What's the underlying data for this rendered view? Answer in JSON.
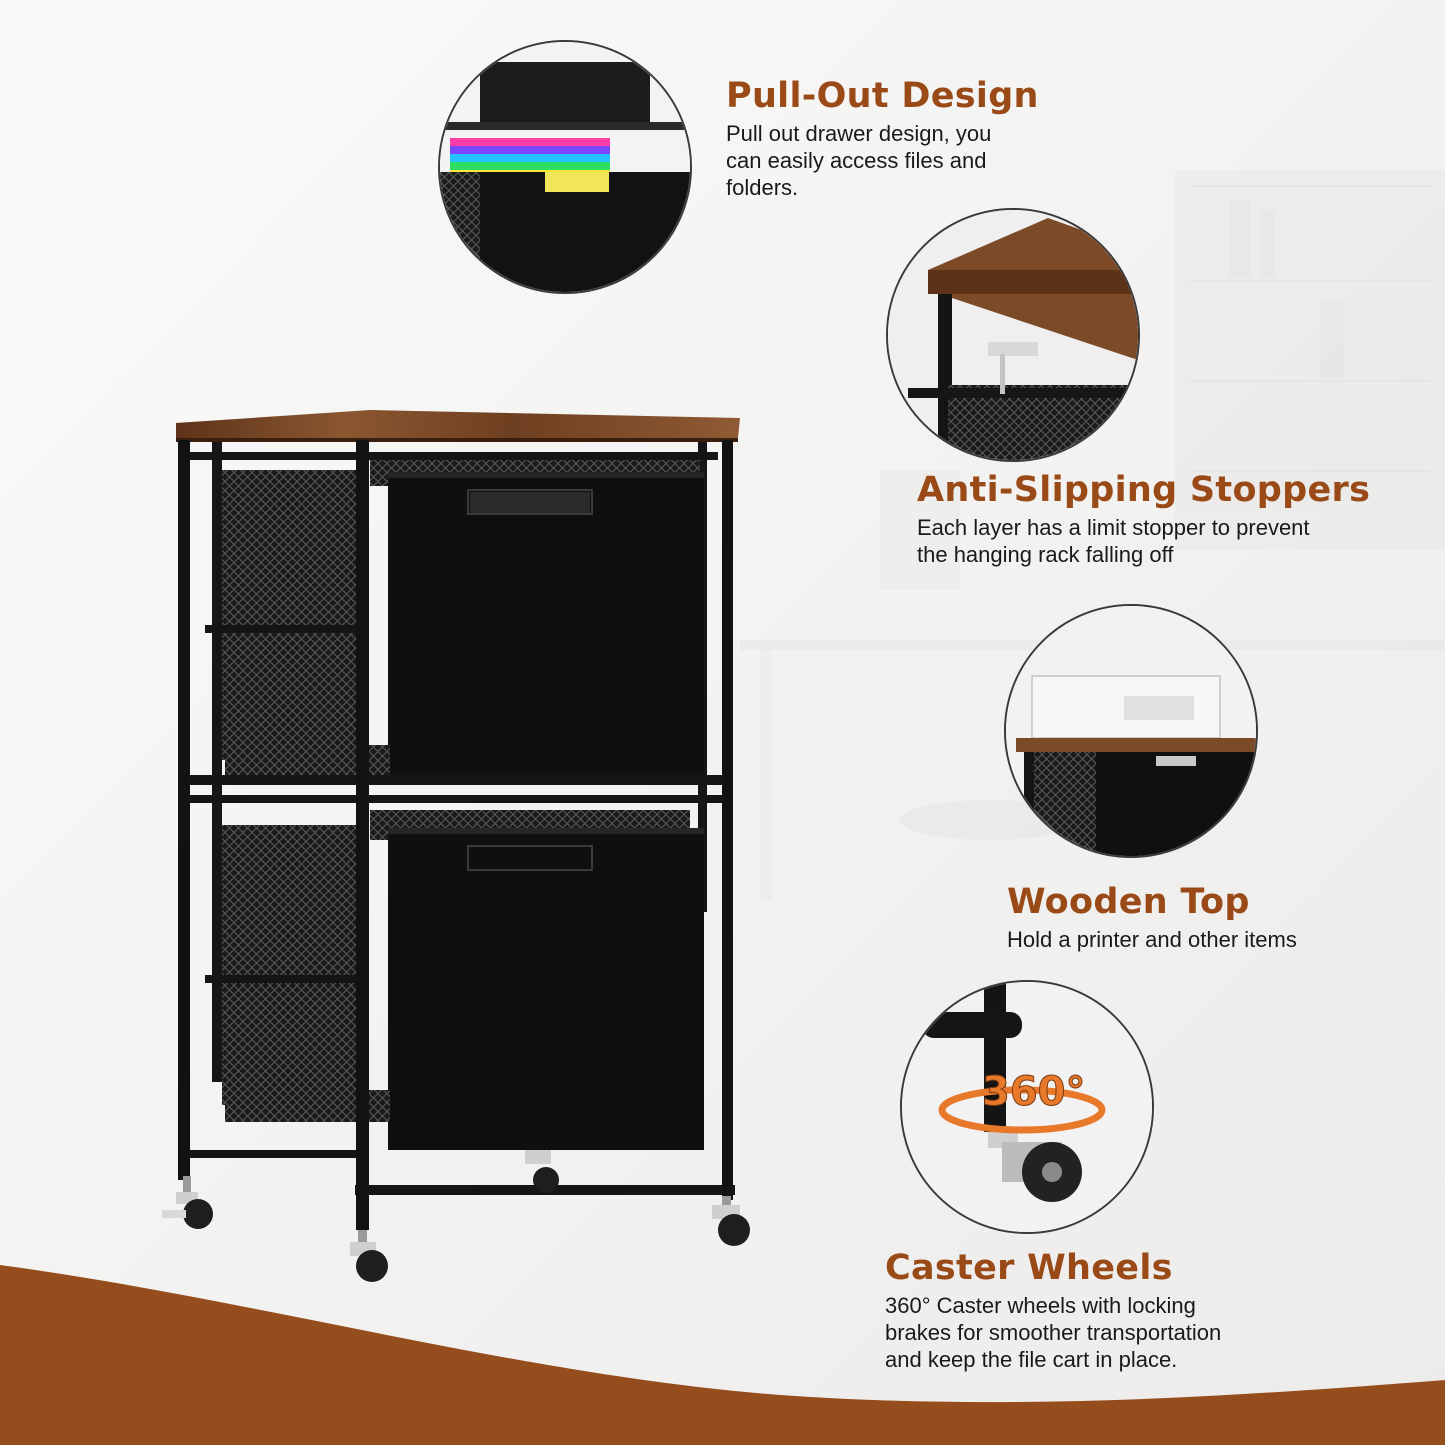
{
  "colors": {
    "accent": "#9a4a16",
    "wood": "#7b4a28",
    "frame": "#141414",
    "wave": "#964d1d"
  },
  "features": [
    {
      "title": "Pull-Out Design",
      "desc_lines": [
        "Pull out drawer design, you",
        "can easily access files and",
        "folders."
      ]
    },
    {
      "title": "Anti-Slipping Stoppers",
      "desc_lines": [
        "Each layer has a limit stopper to prevent",
        "the hanging rack falling off"
      ]
    },
    {
      "title": "Wooden Top",
      "desc_lines": [
        "Hold a printer and other items"
      ]
    },
    {
      "title": "Caster Wheels",
      "desc_lines": [
        "360° Caster wheels with locking",
        "brakes for smoother transportation",
        "and keep the file cart in place."
      ]
    }
  ],
  "badge_360": "360°",
  "icons": [
    "drawer-closeup-image",
    "stopper-closeup-image",
    "printer-top-image",
    "caster-wheel-image",
    "rotation-arrow-icon"
  ]
}
